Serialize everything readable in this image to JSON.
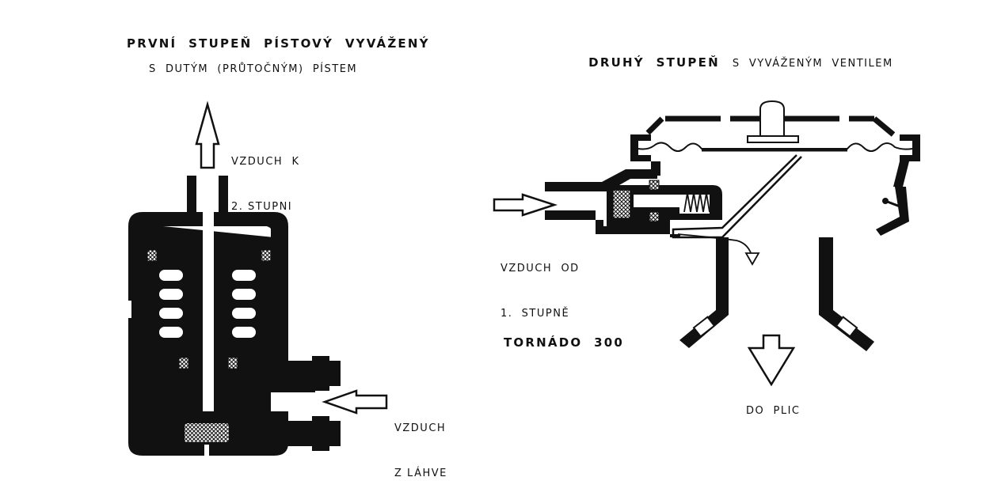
{
  "left": {
    "title": "PRVNÍ  STUPEŇ  PÍSTOVÝ  VYVÁŽENÝ",
    "subtitle": "S  DUTÝM  (PRŮTOČNÝM)  PÍSTEM",
    "label_air_to_stage2": [
      "VZDUCH  K",
      "2. STUPNI"
    ],
    "label_air_from_tank": [
      "VZDUCH",
      "Z LÁHVE"
    ]
  },
  "right": {
    "title_bold": "DRUHÝ  STUPEŇ",
    "title_rest": "S  VYVÁŽENÝM  VENTILEM",
    "label_air_from_stage1": [
      "VZDUCH  OD",
      "1.  STUPNĚ"
    ],
    "model": "TORNÁDO  300",
    "label_to_lungs": "DO  PLIC"
  }
}
